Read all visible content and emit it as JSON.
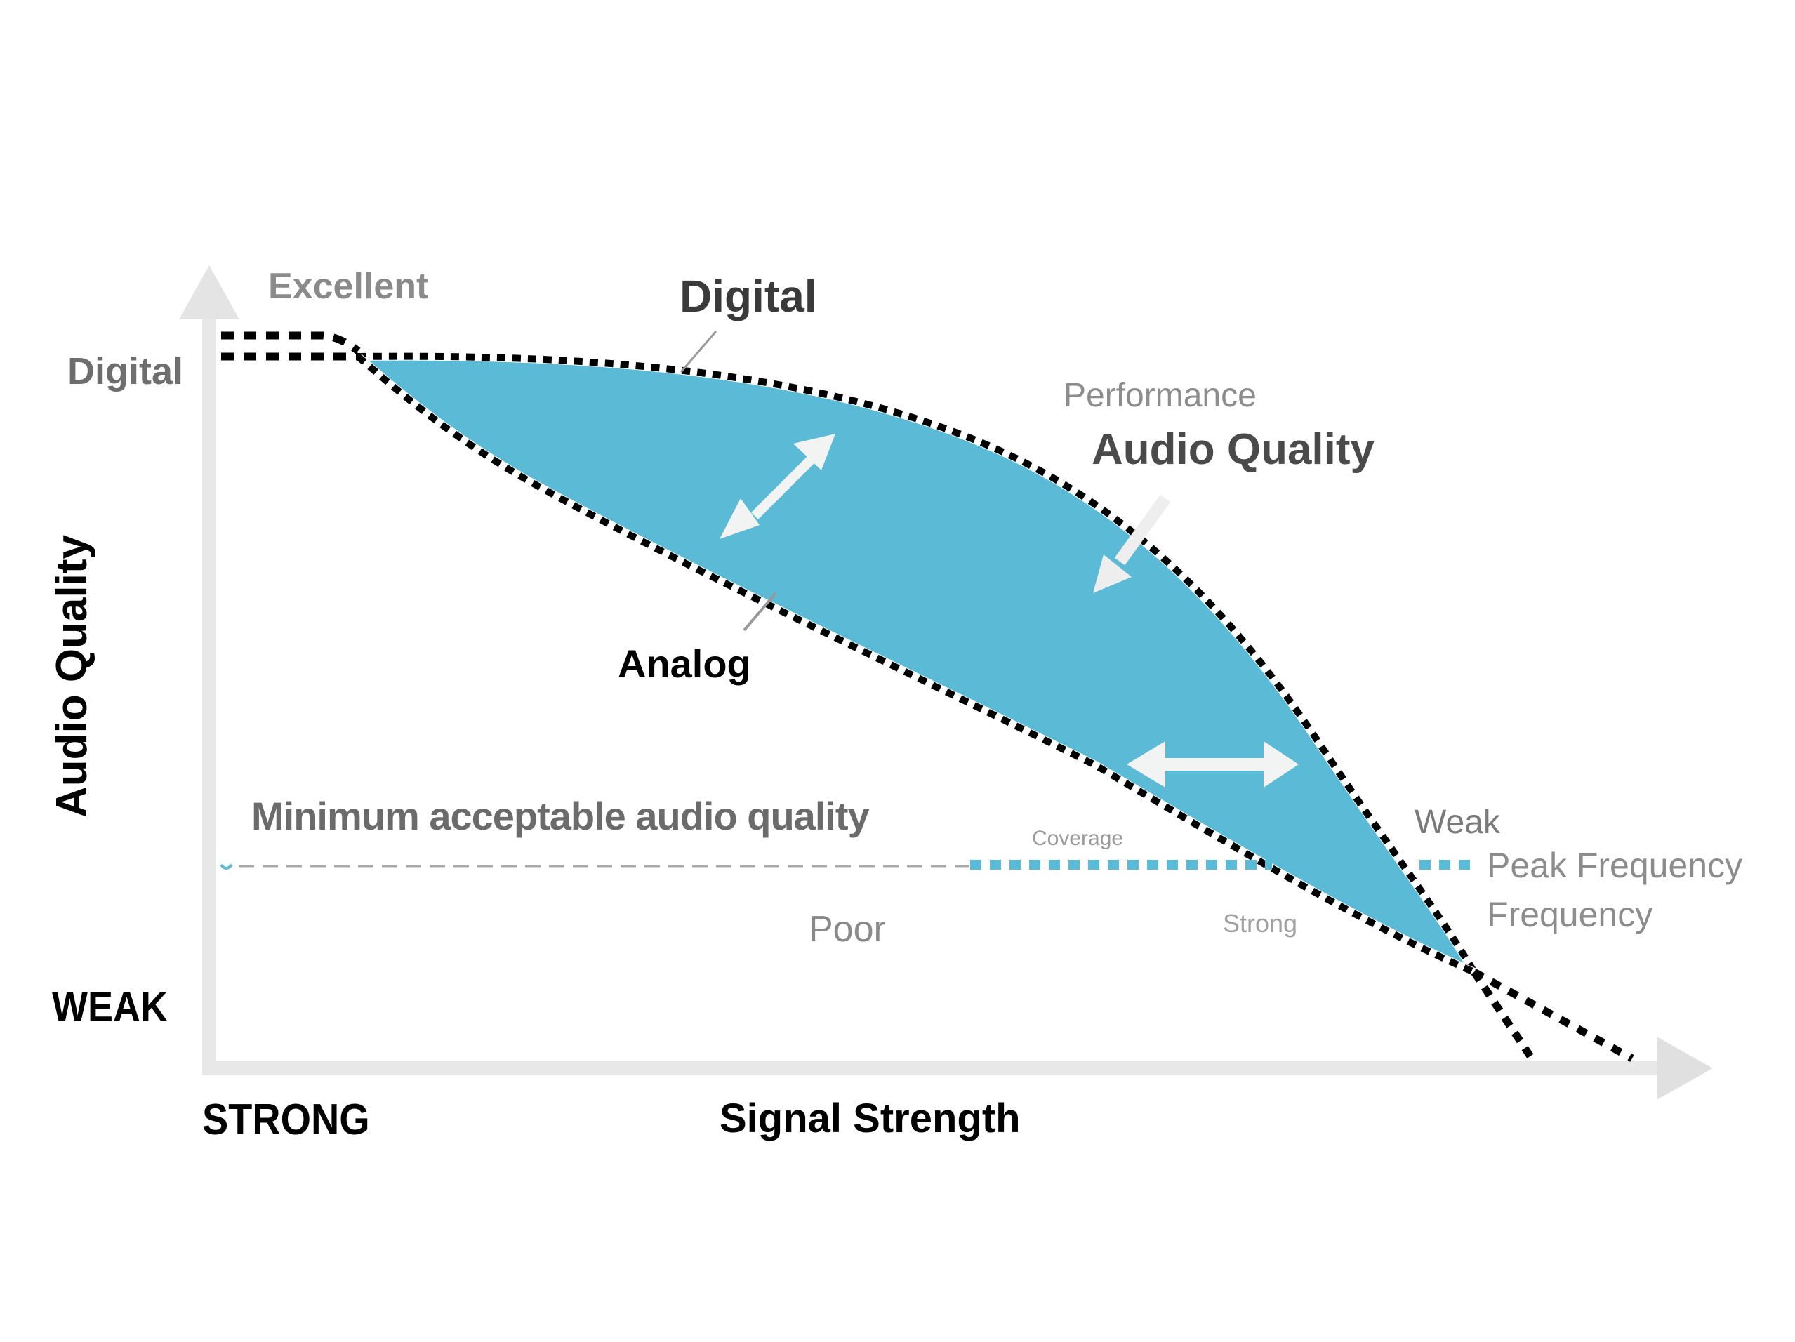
{
  "colors": {
    "fill": "#5bbad5",
    "axis": "#e6e6e6",
    "curve_dash": "#000000",
    "min_line_gray": "#a0a0a0",
    "min_line_blue": "#5bbad5",
    "arrow": "#f2f4f4"
  },
  "axes": {
    "y_label": "Audio Quality",
    "x_label": "Signal Strength",
    "y_top_label": "Excellent",
    "y_bottom_label": "WEAK",
    "x_left_label": "STRONG",
    "y_digital_tick": "Digital"
  },
  "annotations": {
    "digital": "Digital",
    "analog": "Analog",
    "performance": "Performance",
    "audio_quality": "Audio Quality",
    "min_acceptable": "Minimum acceptable audio quality",
    "coverage": "Coverage",
    "poor": "Poor",
    "strong": "Strong",
    "weak": "Weak",
    "peak_frequency": "Peak Frequency",
    "frequency": "Frequency"
  },
  "chart_data": {
    "type": "line",
    "title": "",
    "xlabel": "Signal Strength",
    "ylabel": "Audio Quality",
    "x_direction": "STRONG (left) to WEAK (right)",
    "y_direction": "WEAK (bottom) to Excellent (top)",
    "x": [
      0,
      0.1,
      0.2,
      0.3,
      0.4,
      0.5,
      0.6,
      0.7,
      0.8,
      0.87,
      0.95,
      1.0
    ],
    "series": [
      {
        "name": "Digital",
        "style": "dotted black",
        "values": [
          0.98,
          0.97,
          0.96,
          0.95,
          0.93,
          0.89,
          0.83,
          0.74,
          0.6,
          0.45,
          0.28,
          0.12
        ]
      },
      {
        "name": "Analog",
        "style": "dotted black",
        "values": [
          0.98,
          0.93,
          0.86,
          0.79,
          0.71,
          0.63,
          0.55,
          0.46,
          0.36,
          0.28,
          0.19,
          0.12
        ]
      },
      {
        "name": "Minimum acceptable audio quality",
        "style": "dashed gray / dotted blue",
        "values": [
          0.27,
          0.27,
          0.27,
          0.27,
          0.27,
          0.27,
          0.27,
          0.27,
          0.27,
          0.27,
          0.27,
          0.27
        ]
      }
    ],
    "shaded_region": "Between Digital and Analog curves (performance gap)",
    "legend": [],
    "grid": false,
    "ylim": [
      0,
      1
    ],
    "xlim": [
      0,
      1
    ]
  }
}
